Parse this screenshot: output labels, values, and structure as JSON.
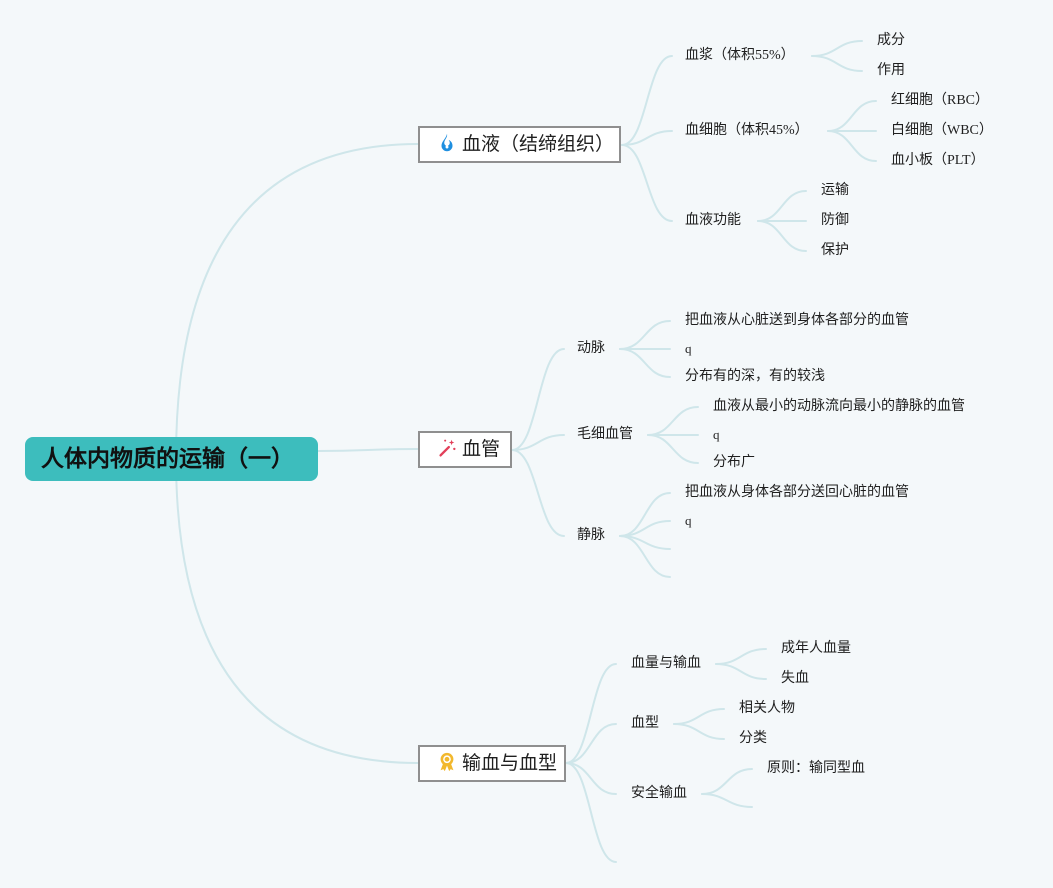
{
  "root": {
    "label": "人体内物质的运输（一）"
  },
  "branches": [
    {
      "label": "血液（结缔组织）",
      "icon": "fire-icon",
      "children": [
        {
          "label": "血浆（体积55%）",
          "children": [
            "成分",
            "作用"
          ]
        },
        {
          "label": "血细胞（体积45%）",
          "children": [
            "红细胞（RBC）",
            "白细胞（WBC）",
            "血小板（PLT）"
          ]
        },
        {
          "label": "血液功能",
          "children": [
            "运输",
            "防御",
            "保护"
          ]
        }
      ]
    },
    {
      "label": "血管",
      "icon": "magic-wand-icon",
      "children": [
        {
          "label": "动脉",
          "children": [
            "把血液从心脏送到身体各部分的血管",
            "q",
            "分布有的深，有的较浅"
          ]
        },
        {
          "label": "毛细血管",
          "children": [
            "血液从最小的动脉流向最小的静脉的血管",
            "q",
            "分布广"
          ]
        },
        {
          "label": "静脉",
          "children": [
            "把血液从身体各部分送回心脏的血管",
            "q",
            "",
            ""
          ]
        }
      ]
    },
    {
      "label": "输血与血型",
      "icon": "award-ribbon-icon",
      "children": [
        {
          "label": "血量与输血",
          "children": [
            "成年人血量",
            "失血"
          ]
        },
        {
          "label": "血型",
          "children": [
            "相关人物",
            "分类"
          ]
        },
        {
          "label": "安全输血",
          "children": [
            "原则：输同型血",
            ""
          ]
        },
        {
          "label": "",
          "children": []
        }
      ]
    }
  ],
  "colors": {
    "background": "#f4f8fa",
    "root_fill": "#3dbdbd",
    "line": "#cfe6ea",
    "branch_border": "#8f8f8f",
    "fire": "#1f8fe0",
    "wand": "#e2405a",
    "ribbon": "#f2b82d"
  }
}
